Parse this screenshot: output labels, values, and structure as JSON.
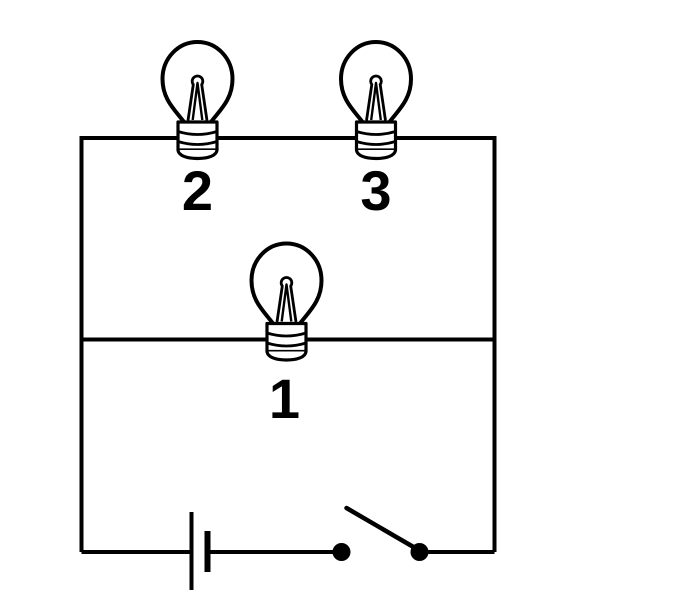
{
  "diagram": {
    "colors": {
      "line": "#000000",
      "background": "#ffffff",
      "bulb_fill": "#ffffff"
    },
    "bulbs": [
      {
        "icon": "light-bulb-icon",
        "label": "1"
      },
      {
        "icon": "light-bulb-icon",
        "label": "2"
      },
      {
        "icon": "light-bulb-icon",
        "label": "3"
      }
    ],
    "battery": {
      "icon": "battery-cell-icon"
    },
    "switch": {
      "icon": "switch-icon",
      "state": "open"
    }
  }
}
